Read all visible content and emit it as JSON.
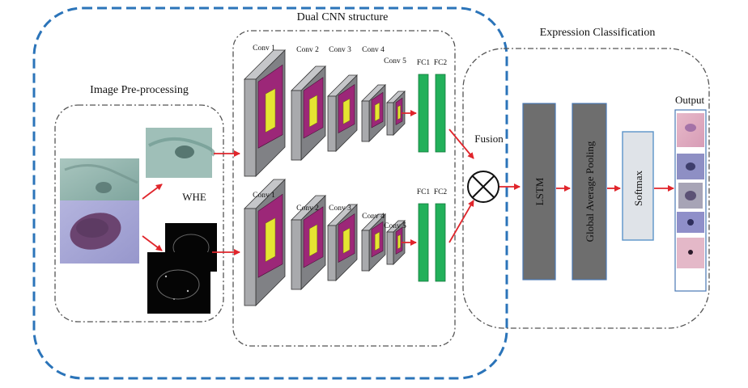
{
  "sections": {
    "image_preprocessing": "Image Pre-processing",
    "dual_cnn": "Dual CNN structure",
    "expression_classification": "Expression Classification"
  },
  "preprocessing": {
    "whe_label": "WHE"
  },
  "cnn": {
    "conv_labels": [
      "Conv 1",
      "Conv 2",
      "Conv 3",
      "Conv 4",
      "Conv 5"
    ],
    "fc_labels": [
      "FC1",
      "FC2"
    ]
  },
  "fusion": {
    "label": "Fusion",
    "symbol": "otimes-icon"
  },
  "classification": {
    "lstm": "LSTM",
    "gap": "Global Average Pooling",
    "softmax": "Softmax",
    "output": "Output"
  },
  "colors": {
    "outer_border": "#2b74b9",
    "conv_gray": "#a9aaad",
    "conv_magenta": "#9c2778",
    "conv_yellow": "#e5e532",
    "fc_green": "#22b05a",
    "arrow_red": "#e0252b",
    "lstm_gray": "#6e6e6e",
    "softmax_fill": "#dfe3e8",
    "softmax_border": "#5b93c9"
  }
}
